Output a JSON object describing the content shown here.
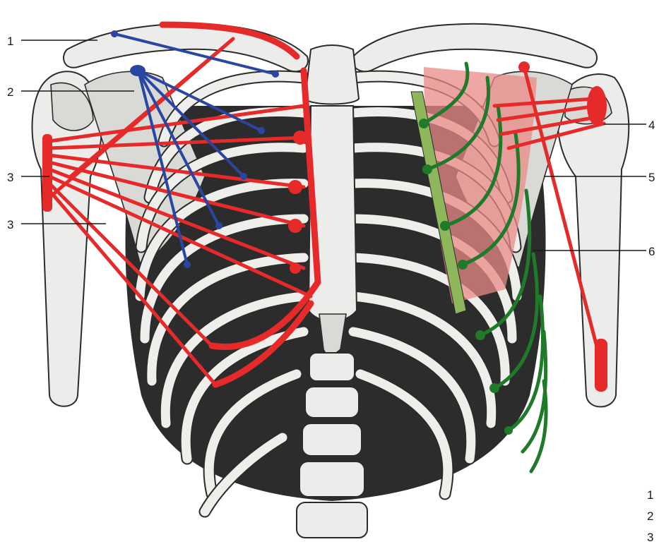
{
  "labels_left": [
    "1",
    "2",
    "3",
    "3"
  ],
  "labels_right": [
    "4",
    "5",
    "6"
  ],
  "legend_numbers": [
    "1",
    "2",
    "3"
  ],
  "colors": {
    "muscle_red": "#e62a2a",
    "muscle_blue": "#2946a3",
    "muscle_green": "#1f7a2a",
    "serratus_fill": "#e88a86",
    "bone": "#ececea"
  }
}
